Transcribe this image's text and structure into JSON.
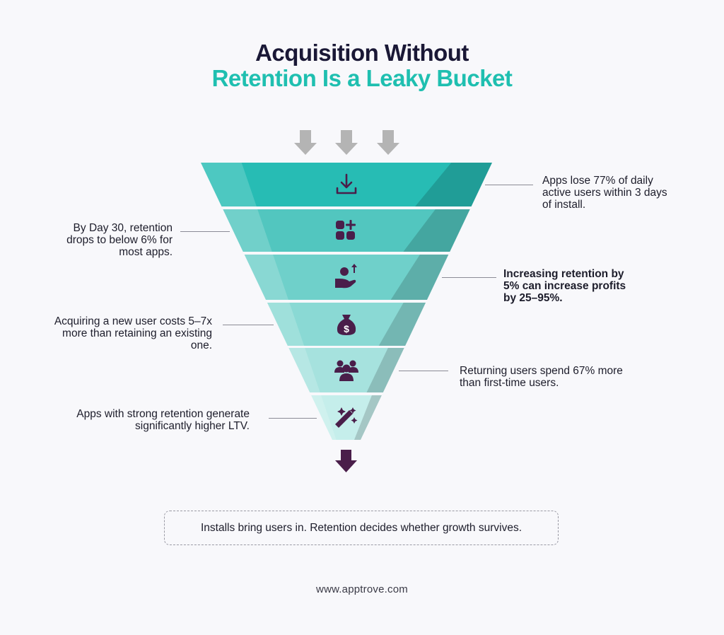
{
  "title": {
    "line1": "Acquisition Without",
    "line2": "Retention Is a Leaky Bucket"
  },
  "colors": {
    "title_dark": "#1a1836",
    "title_teal": "#1fbfb0",
    "icon": "#4a1e4a",
    "arrow_gray": "#b4b4b4",
    "arrow_out": "#4a1e4a"
  },
  "stages": [
    {
      "icon": "download-icon",
      "fill": "#27bcb4"
    },
    {
      "icon": "apps-grid-plus-icon",
      "fill": "#52c6bf"
    },
    {
      "icon": "hand-money-up-icon",
      "fill": "#6fd0ca"
    },
    {
      "icon": "money-bag-icon",
      "fill": "#8ad9d4"
    },
    {
      "icon": "users-group-icon",
      "fill": "#a6e2de"
    },
    {
      "icon": "magic-wand-sparkles-icon",
      "fill": "#c5eeeb"
    }
  ],
  "callouts": {
    "right_1": "Apps lose 77% of daily active users within 3 days of install.",
    "left_1": "By Day 30, retention drops to below 6% for most apps.",
    "right_2": "Increasing retention by 5% can increase profits by 25–95%.",
    "left_2": "Acquiring a new user costs 5–7x more than retaining an existing one.",
    "right_3": "Returning users spend 67% more than first-time users.",
    "left_3": "Apps with strong retention generate significantly higher LTV."
  },
  "footer": {
    "statement": "Installs bring users in. Retention decides whether growth survives.",
    "website": "www.apptrove.com"
  }
}
